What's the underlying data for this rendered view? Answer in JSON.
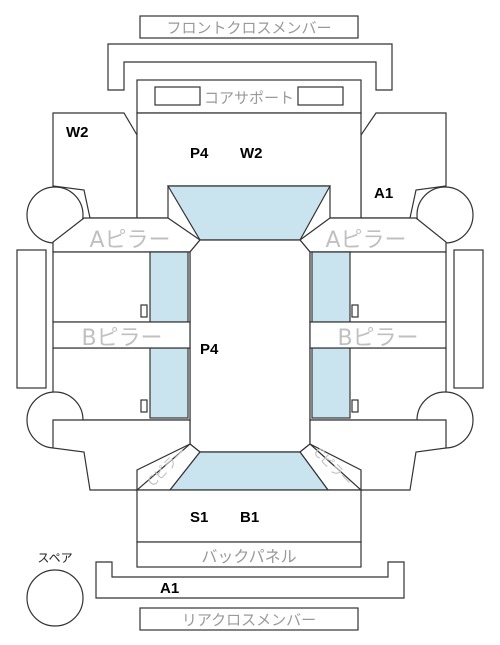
{
  "labels": {
    "front_cross_member": "フロントクロスメンバー",
    "core_support": "コアサポート",
    "a_pillar_left": "Aピラー",
    "a_pillar_right": "Aピラー",
    "b_pillar_left": "Bピラー",
    "b_pillar_right": "Bピラー",
    "c_pillar_left": "Cピラー",
    "c_pillar_right": "Cピラー",
    "back_panel": "バックパネル",
    "rear_cross_member": "リアクロスメンバー",
    "spare": "スペア"
  },
  "codes": {
    "left_front": "W2",
    "front_a": "P4",
    "front_b": "W2",
    "right_front": "A1",
    "center": "P4",
    "rear_a": "S1",
    "rear_b": "B1",
    "rear_cross": "A1"
  },
  "colors": {
    "highlight": "#c9e4ee",
    "outline": "#333333",
    "label": "#9a9a9a"
  }
}
